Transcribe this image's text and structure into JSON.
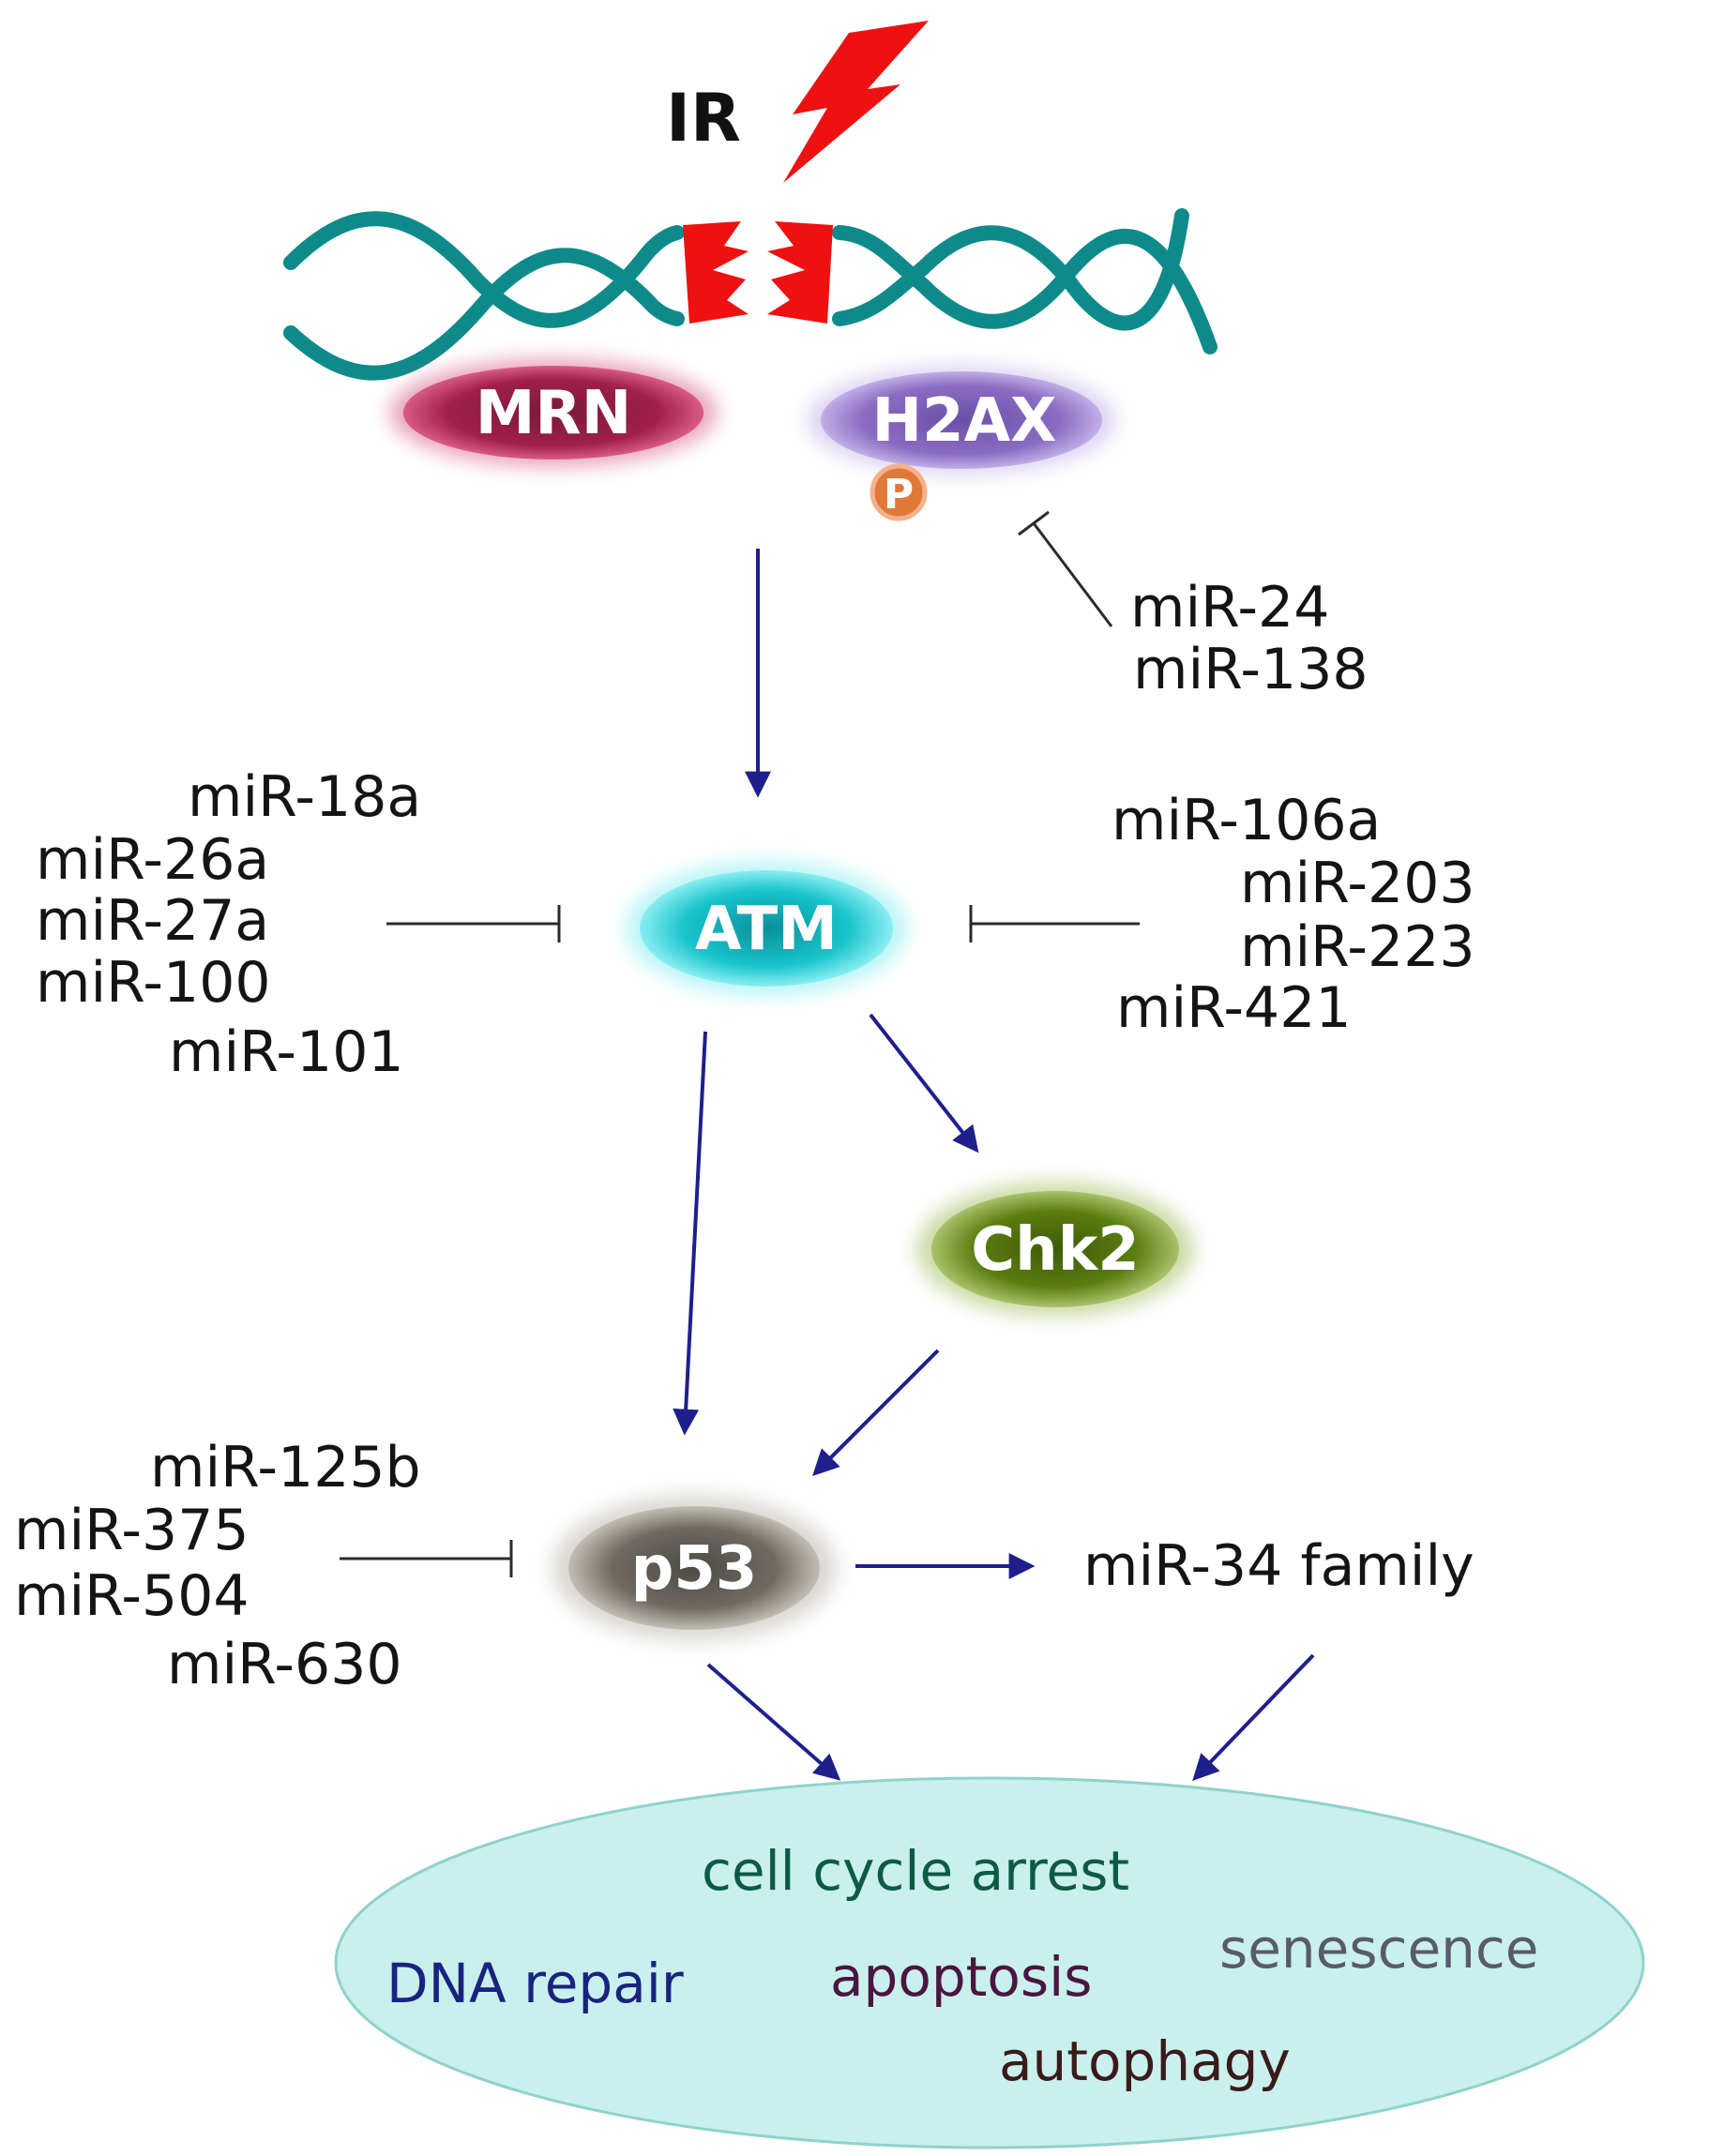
{
  "stimulus": {
    "label": "IR",
    "bolt_color": "#ee1111"
  },
  "nodes": {
    "mrn": {
      "label": "MRN",
      "color": "#a01f4a"
    },
    "h2ax": {
      "label": "H2AX",
      "color": "#8a6cc2",
      "phospho": "P",
      "phospho_color": "#e0783a"
    },
    "atm": {
      "label": "ATM",
      "color": "#18c4cc"
    },
    "chk2": {
      "label": "Chk2",
      "color": "#5a7d10"
    },
    "p53": {
      "label": "p53",
      "color": "#6e6a62"
    }
  },
  "mirna_groups": {
    "h2ax": [
      "miR-24",
      "miR-138"
    ],
    "atm_left": [
      "miR-18a",
      "miR-26a",
      "miR-27a",
      "miR-100",
      "miR-101"
    ],
    "atm_right": [
      "miR-106a",
      "miR-203",
      "miR-223",
      "miR-421"
    ],
    "p53": [
      "miR-125b",
      "miR-375",
      "miR-504",
      "miR-630"
    ],
    "p53_target": "miR-34 family"
  },
  "outcomes": {
    "cell_cycle_arrest": {
      "label": "cell cycle arrest",
      "color": "#0d5a45"
    },
    "dna_repair": {
      "label": "DNA repair",
      "color": "#1a2380"
    },
    "apoptosis": {
      "label": "apoptosis",
      "color": "#4a1640"
    },
    "senescence": {
      "label": "senescence",
      "color": "#5a5a6a"
    },
    "autophagy": {
      "label": "autophagy",
      "color": "#3a1a1a"
    }
  },
  "colors": {
    "dna": "#0f8a8a",
    "break": "#ee1111",
    "outcome_fill": "#c9f0ec",
    "activation_arrow": "#1f1f8c",
    "inhibition": "#2b2b2b"
  }
}
